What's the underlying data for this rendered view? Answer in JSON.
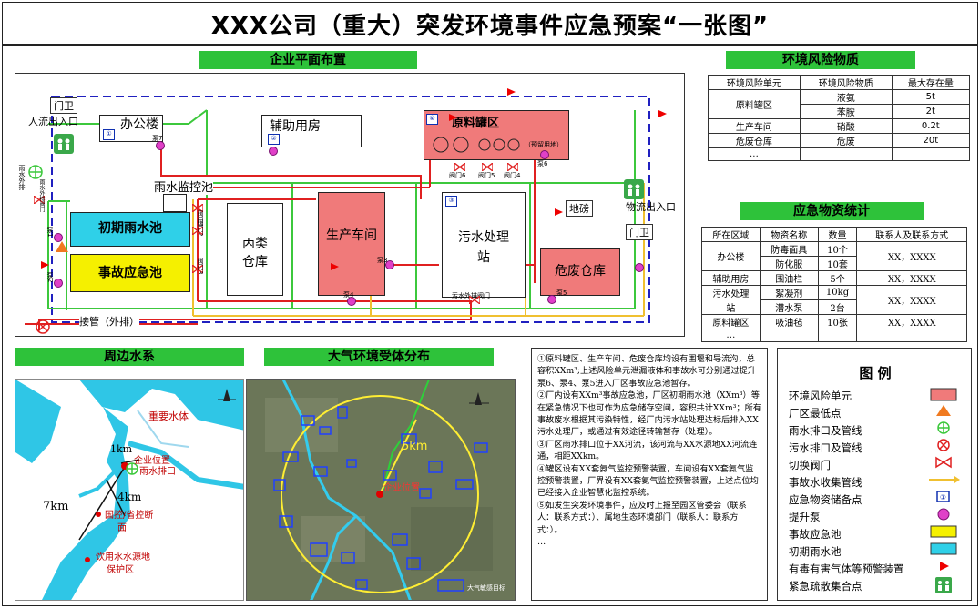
{
  "title": "XXX公司（重大）突发环境事件应急预案“一张图”",
  "sections": {
    "plan": "企业平面布置",
    "risk": "环境风险物质",
    "supplies": "应急物资统计",
    "water": "周边水系",
    "air": "大气环境受体分布"
  },
  "plan": {
    "gate_top": "门卫",
    "people_entrance": "人流出入口",
    "office": "办公楼",
    "aux": "辅助用房",
    "raw_tank": "原料罐区",
    "reserved": "（预留用地）",
    "rain_pool_monitor": "雨水监控池",
    "initial_rain": "初期雨水池",
    "accident_pool": "事故应急池",
    "c_warehouse": "丙类仓库",
    "workshop": "生产车间",
    "sewage": "污水处理站",
    "hazwaste": "危废仓库",
    "weighbridge": "地磅",
    "logistics": "物流出入口",
    "gate_right": "门卫",
    "sewer_out": "接管（外排）",
    "sewage_valve": "污水外排阀门",
    "rain_valve_left": "雨水外排阀门",
    "rain_pump_left": "雨水外排",
    "pumps": {
      "p1": "泵1",
      "p2": "泵2",
      "p3": "泵3",
      "p4": "泵4",
      "p5": "泵5",
      "p6": "泵6",
      "p7": "泵7",
      "pump": "泵"
    },
    "valves": {
      "v1": "阀门1",
      "v2": "阀门2",
      "v3": "阀门3",
      "v4": "阀门4",
      "v5": "阀门5",
      "v6": "阀门6"
    },
    "ids": {
      "i1": "①",
      "i2": "②",
      "i3": "③",
      "i4": "④"
    }
  },
  "risk_table": {
    "headers": [
      "环境风险单元",
      "环境风险物质",
      "最大存在量"
    ],
    "rows": [
      [
        "原料罐区",
        "液氨",
        "5t"
      ],
      [
        "",
        "苯胺",
        "2t"
      ],
      [
        "生产车间",
        "硝酸",
        "0.2t"
      ],
      [
        "危废仓库",
        "危废",
        "20t"
      ],
      [
        "…",
        "",
        ""
      ]
    ]
  },
  "supply_table": {
    "headers": [
      "所在区域",
      "物资名称",
      "数量",
      "联系人及联系方式"
    ],
    "rows": [
      [
        "办公楼",
        "防毒面具",
        "10个",
        "XX，XXXX"
      ],
      [
        "",
        "防化服",
        "10套",
        ""
      ],
      [
        "辅助用房",
        "围油栏",
        "5个",
        "XX，XXXX"
      ],
      [
        "污水处理",
        "絮凝剂",
        "10kg",
        "XX，XXXX"
      ],
      [
        "站",
        "潜水泵",
        "2台",
        ""
      ],
      [
        "原料罐区",
        "吸油毡",
        "10张",
        "XX，XXXX"
      ],
      [
        "…",
        "",
        "",
        ""
      ]
    ]
  },
  "water_map": {
    "important_water": "重要水体",
    "company": "企业位置",
    "rain_outlet": "雨水排口",
    "km1": "1km",
    "km4": "4km",
    "km7": "7km",
    "section": "国控/省控断",
    "section2": "面",
    "source1": "饮用水水源地",
    "source2": "保护区"
  },
  "air_map": {
    "km5": "5km",
    "company": "企业位置",
    "receptor": "大气敏感目标"
  },
  "notes": [
    "①原料罐区、生产车间、危废仓库均设有围堰和导流沟，总容积XXm³;上述风险单元泄漏液体和事故水可分别通过提升泵6、泵4、泵5进入厂区事故应急池暂存。",
    "②厂内设有XXm³事故应急池，厂区初期雨水池（XXm³）等在紧急情况下也可作为应急储存空间，容积共计XXm³；所有事故废水根据其污染特性，经厂内污水站处理达标后排入XX污水处理厂，或通过有效途径转输暂存（处理）。",
    "③厂区雨水排口位于XX河流，该河流与XX水源地XX河流连通，相距XXkm。",
    "④罐区设有XX套氨气监控预警装置，车间设有XX套氨气监控预警装置，厂界设有XX套氨气监控预警装置，上述点位均已经接入企业智慧化监控系统。",
    "⑤如发生突发环境事件，应及时上报至园区管委会（联系人：联系方式：）、属地生态环境部门（联系人：联系方式：）。",
    "…"
  ],
  "legend": {
    "title": "图 例",
    "items": [
      "环境风险单元",
      "厂区最低点",
      "雨水排口及管线",
      "污水排口及管线",
      "切换阀门",
      "事故水收集管线",
      "应急物资储备点",
      "提升泵",
      "事故应急池",
      "初期雨水池",
      "有毒有害气体等预警装置",
      "紧急疏散集合点"
    ]
  },
  "colors": {
    "green_bar": "#2ec23a",
    "risk_unit": "#f07a7a",
    "rain_line": "#3cc83c",
    "sewage_line": "#e02020",
    "accident_line": "#f0c030",
    "initial_rain": "#2fd0e8",
    "accident_pool": "#f5f000",
    "fence": "#2020c0"
  }
}
